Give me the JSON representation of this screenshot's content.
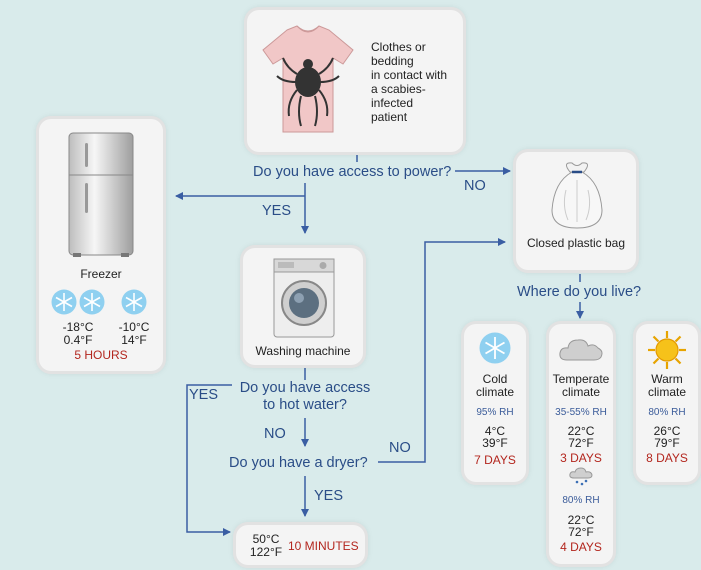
{
  "start": {
    "text_lines": [
      "Clothes or",
      "bedding",
      "in contact with",
      "a scabies-",
      "infected",
      "patient"
    ],
    "icon": "shirt-with-mite-icon"
  },
  "questions": {
    "power": "Do you have access to power?",
    "hot_water_line1": "Do you have access",
    "hot_water_line2": "to hot water?",
    "dryer": "Do you have a dryer?",
    "where_live": "Where do you live?"
  },
  "answers": {
    "power_yes": "YES",
    "power_no": "NO",
    "hot_water_yes": "YES",
    "hot_water_no": "NO",
    "dryer_yes": "YES",
    "dryer_no": "NO"
  },
  "freezer": {
    "label": "Freezer",
    "icon": "refrigerator-icon",
    "setting1": {
      "c": "-18°C",
      "f": "0.4°F",
      "icon": "snowflake-icon"
    },
    "setting2": {
      "c": "-10°C",
      "f": "14°F",
      "icon": "snowflake-icon"
    },
    "duration": "5 HOURS"
  },
  "washer": {
    "label": "Washing machine",
    "icon": "washing-machine-icon"
  },
  "bag": {
    "label": "Closed plastic bag",
    "icon": "plastic-bag-icon"
  },
  "hot_result": {
    "c": "50°C",
    "f": "122°F",
    "duration": "10 MINUTES"
  },
  "climates": {
    "cold": {
      "line1": "Cold",
      "line2": "climate",
      "rh": "95% RH",
      "c": "4°C",
      "f": "39°F",
      "duration": "7 DAYS",
      "icon": "snowflake-icon"
    },
    "temperate": {
      "line1": "Temperate",
      "line2": "climate",
      "rh": "35-55% RH",
      "c": "22°C",
      "f": "72°F",
      "duration": "3 DAYS",
      "icon": "cloud-icon",
      "rh2": "80% RH",
      "c2": "22°C",
      "f2": "72°F",
      "duration2": "4 DAYS",
      "icon2": "rain-cloud-icon"
    },
    "warm": {
      "line1": "Warm",
      "line2": "climate",
      "rh": "80% RH",
      "c": "26°C",
      "f": "79°F",
      "duration": "8 DAYS",
      "icon": "sun-icon"
    }
  },
  "colors": {
    "line": "#3a5ea3",
    "question": "#2a4d87",
    "duration": "#b3261e",
    "background": "#d9ebeb"
  }
}
